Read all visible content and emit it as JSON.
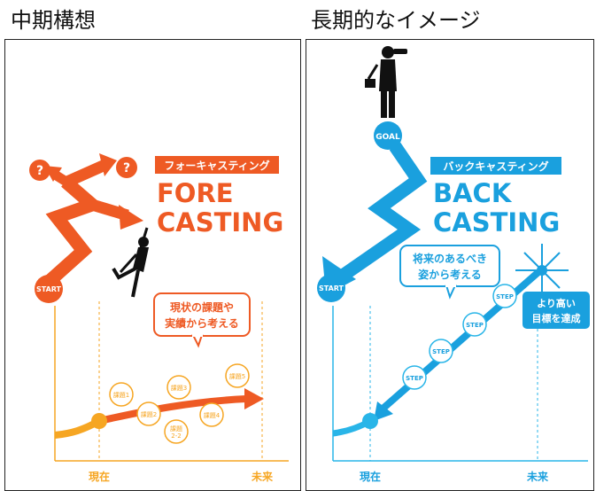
{
  "left": {
    "heading": "中期構想",
    "badge": "フォーキャスティング",
    "title_line1": "FORE",
    "title_line2": "CASTING",
    "start": "START",
    "q1": "?",
    "q2": "?",
    "bubble_line1": "現状の課題や",
    "bubble_line2": "実績から考える",
    "tasks": [
      "課題1",
      "課題2",
      "課題3",
      "課題4",
      "課題5"
    ],
    "task22_line1": "課題",
    "task22_line2": "2-2",
    "axis_now": "現在",
    "axis_future": "未来"
  },
  "right": {
    "heading": "長期的なイメージ",
    "badge": "バックキャスティング",
    "title_line1": "BACK",
    "title_line2": "CASTING",
    "goal": "GOAL",
    "start": "START",
    "bubble_line1": "将来のあるべき",
    "bubble_line2": "姿から考える",
    "steps": [
      "STEP",
      "STEP",
      "STEP",
      "STEP"
    ],
    "target_line1": "より高い",
    "target_line2": "目標を達成",
    "axis_now": "現在",
    "axis_future": "未来"
  },
  "colors": {
    "orange": "#ee5a24",
    "light_orange": "#f6a623",
    "blue": "#1aa0de",
    "light_blue": "#29b5e8"
  }
}
